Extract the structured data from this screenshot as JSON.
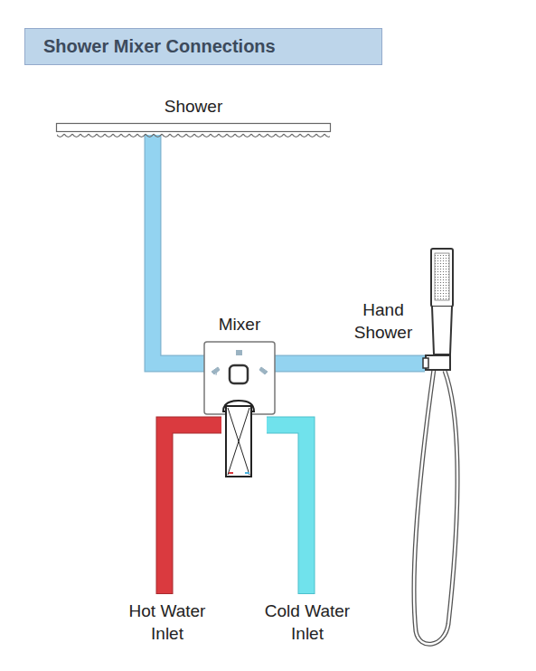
{
  "diagram": {
    "title": "Shower Mixer Connections",
    "nodes": [
      {
        "text": [
          "Shower"
        ]
      },
      {
        "text": [
          "Mixer"
        ]
      },
      {
        "text": [
          "Hand Shower"
        ]
      }
    ],
    "edges": [
      {
        "from": 0,
        "to": 1,
        "arrow": "none"
      },
      {
        "from": 1,
        "to": 2,
        "arrow": "none"
      }
    ],
    "labels": [
      "Hot Water Inlet",
      "Cold Water Inlet"
    ]
  }
}
